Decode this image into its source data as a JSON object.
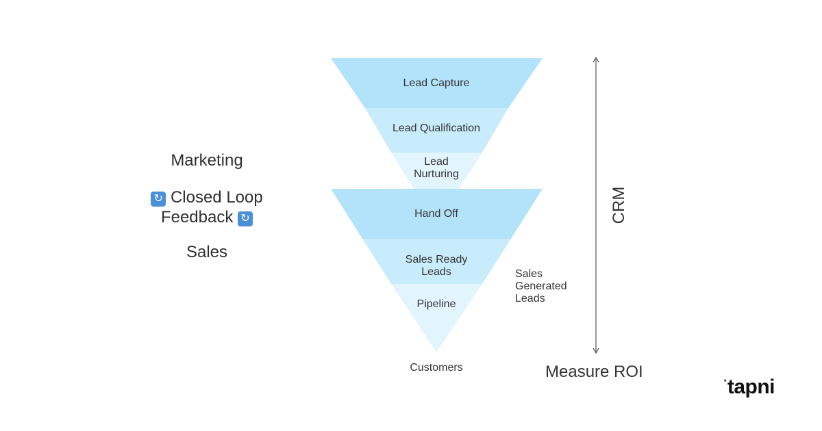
{
  "left": {
    "marketing": "Marketing",
    "closed_loop_line1": "Closed Loop",
    "closed_loop_line2": "Feedback",
    "sales": "Sales",
    "loop_icon": "refresh-icon"
  },
  "funnel_top": {
    "stages": [
      "Lead Capture",
      "Lead Qualification",
      "Lead",
      "Nurturing"
    ]
  },
  "funnel_bottom": {
    "stages": [
      "Hand Off",
      "Sales Ready",
      "Leads",
      "Pipeline"
    ]
  },
  "customers": "Customers",
  "sales_generated": [
    "Sales",
    "Generated",
    "Leads"
  ],
  "crm": "CRM",
  "measure_roi": "Measure ROI",
  "logo": "tapni",
  "colors": {
    "band_dark": "#b3e3fb",
    "band_mid": "#c9ecfc",
    "band_light": "#e2f4fd"
  }
}
